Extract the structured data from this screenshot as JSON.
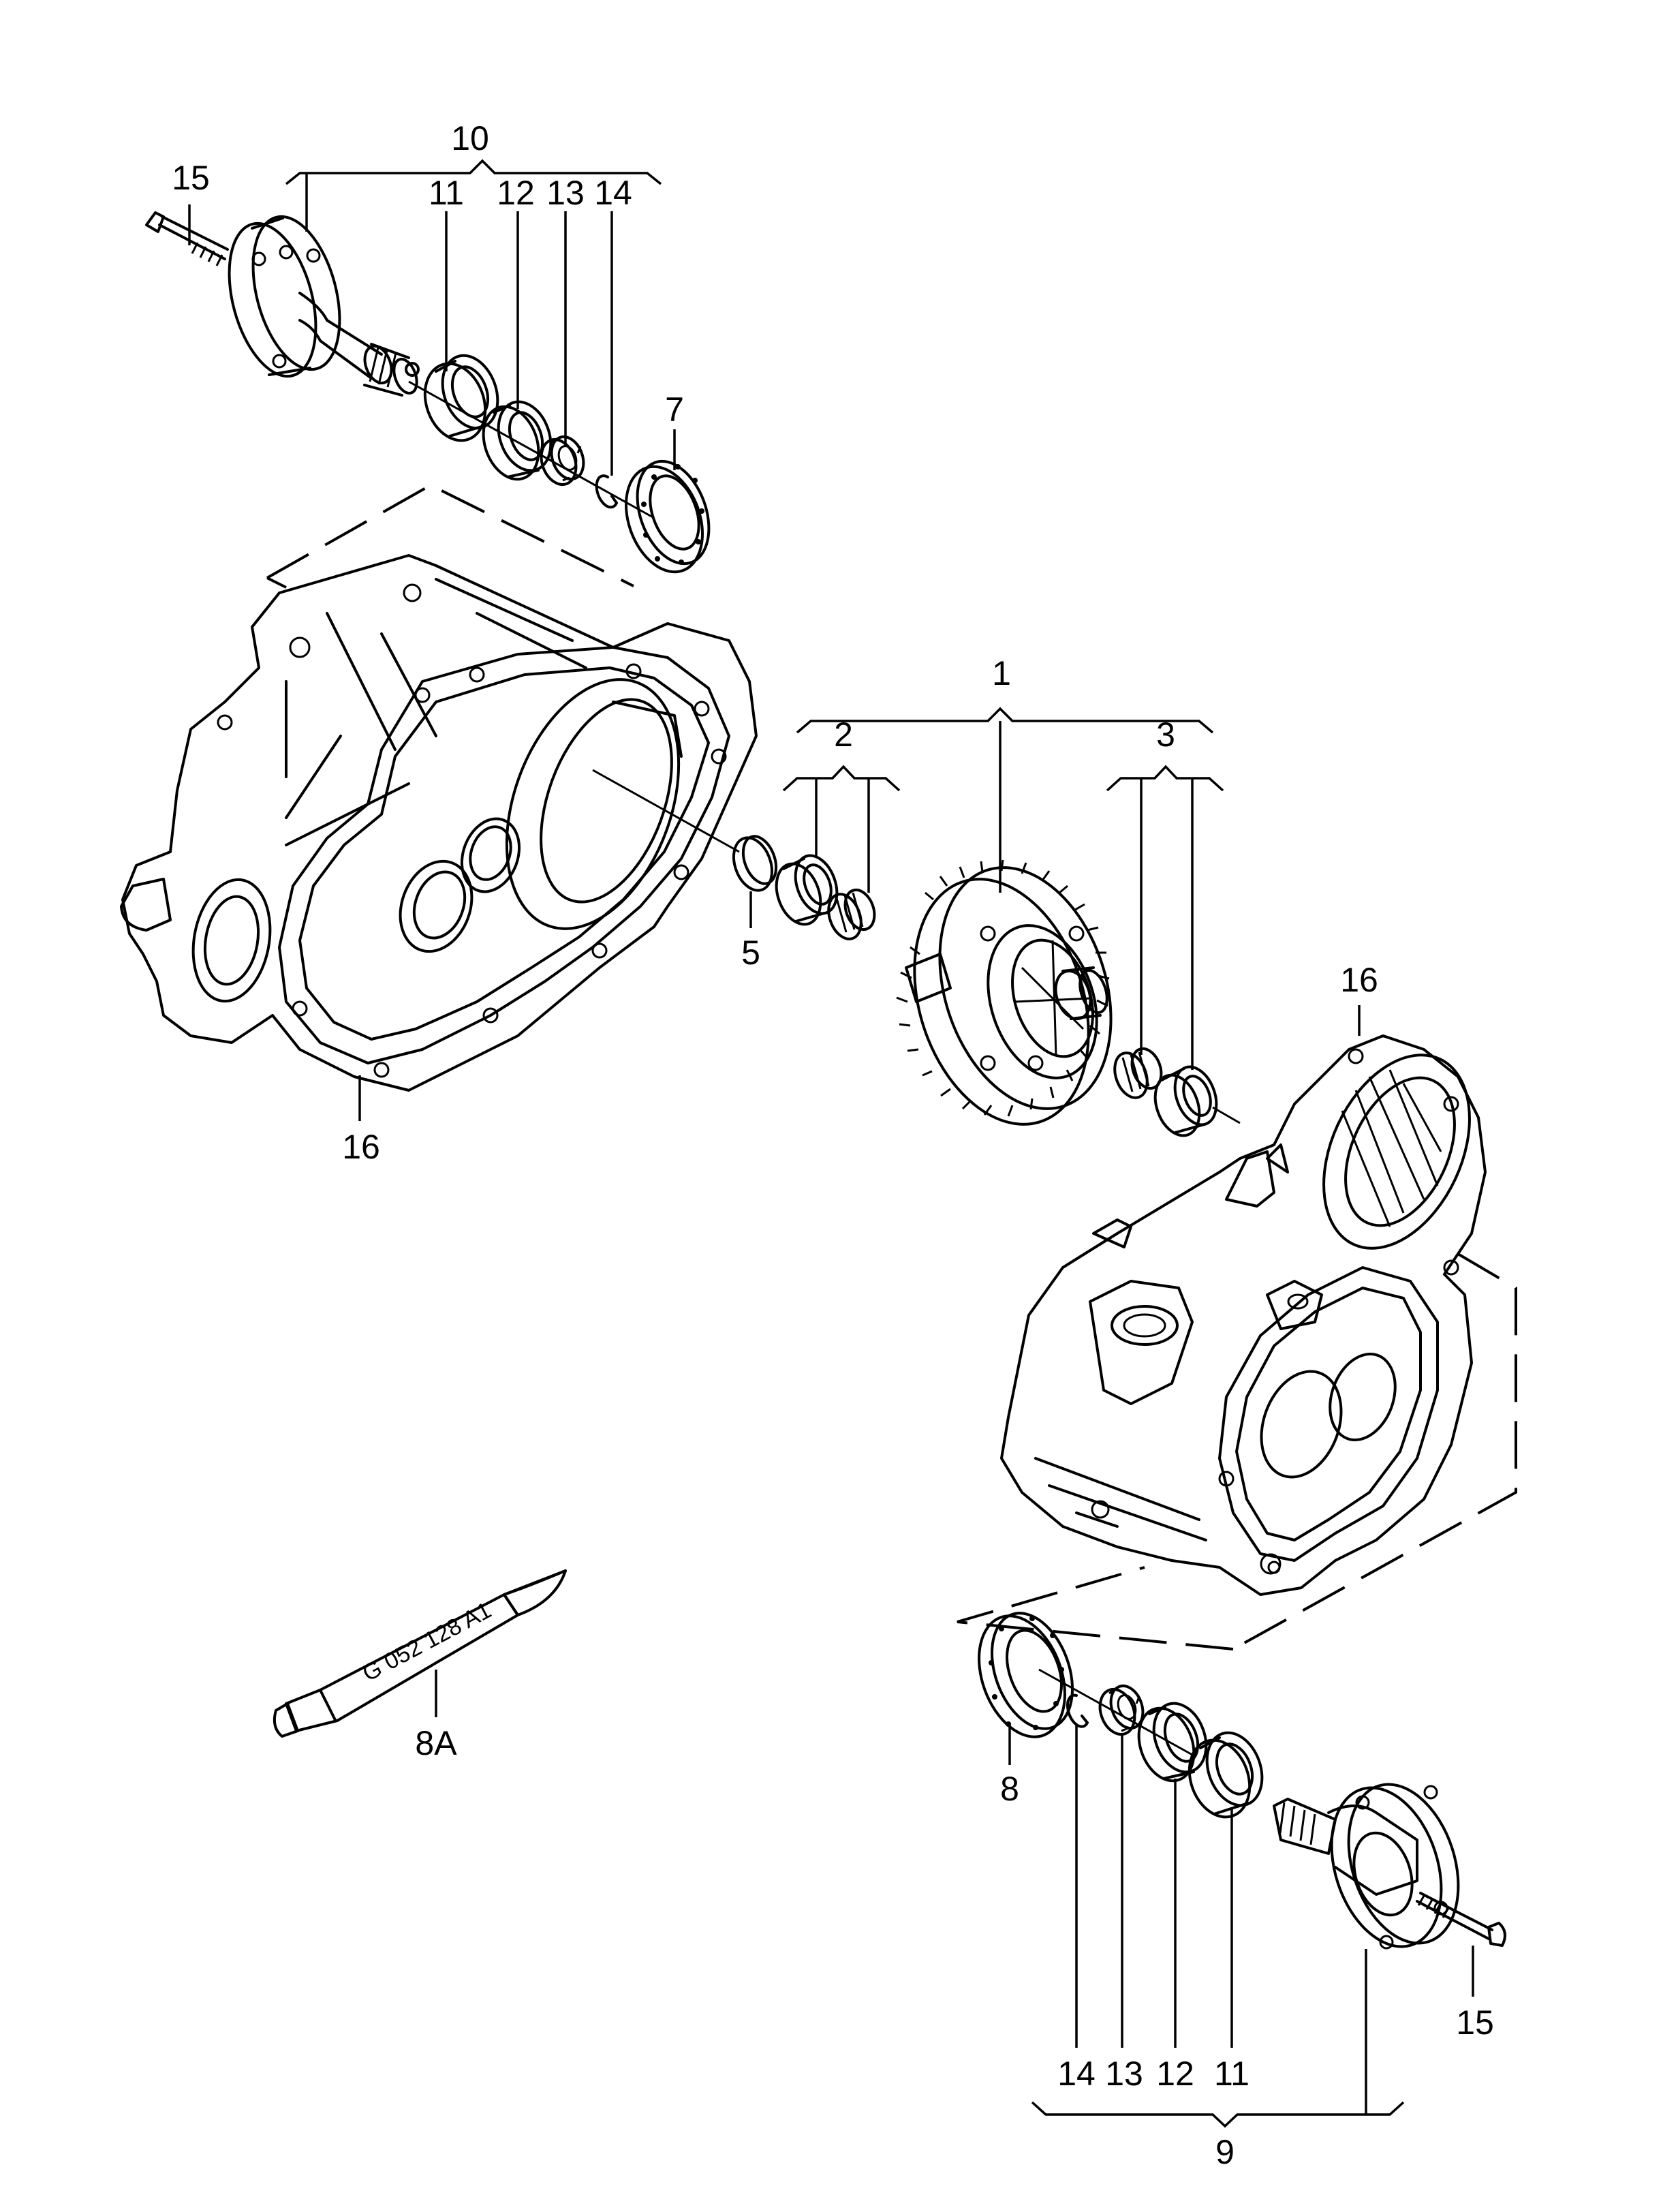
{
  "callouts": {
    "c10": "10",
    "c15_top": "15",
    "c11_top": "11",
    "c12_top": "12",
    "c13_top": "13",
    "c14_top": "14",
    "c7": "7",
    "c1": "1",
    "c2": "2",
    "c3": "3",
    "c5": "5",
    "c16_left": "16",
    "c16_right": "16",
    "c8a": "8A",
    "c8": "8",
    "c14_bot": "14",
    "c13_bot": "13",
    "c12_bot": "12",
    "c11_bot": "11",
    "c15_bot": "15",
    "c9": "9"
  },
  "tube_label": "G 052 128 A1"
}
